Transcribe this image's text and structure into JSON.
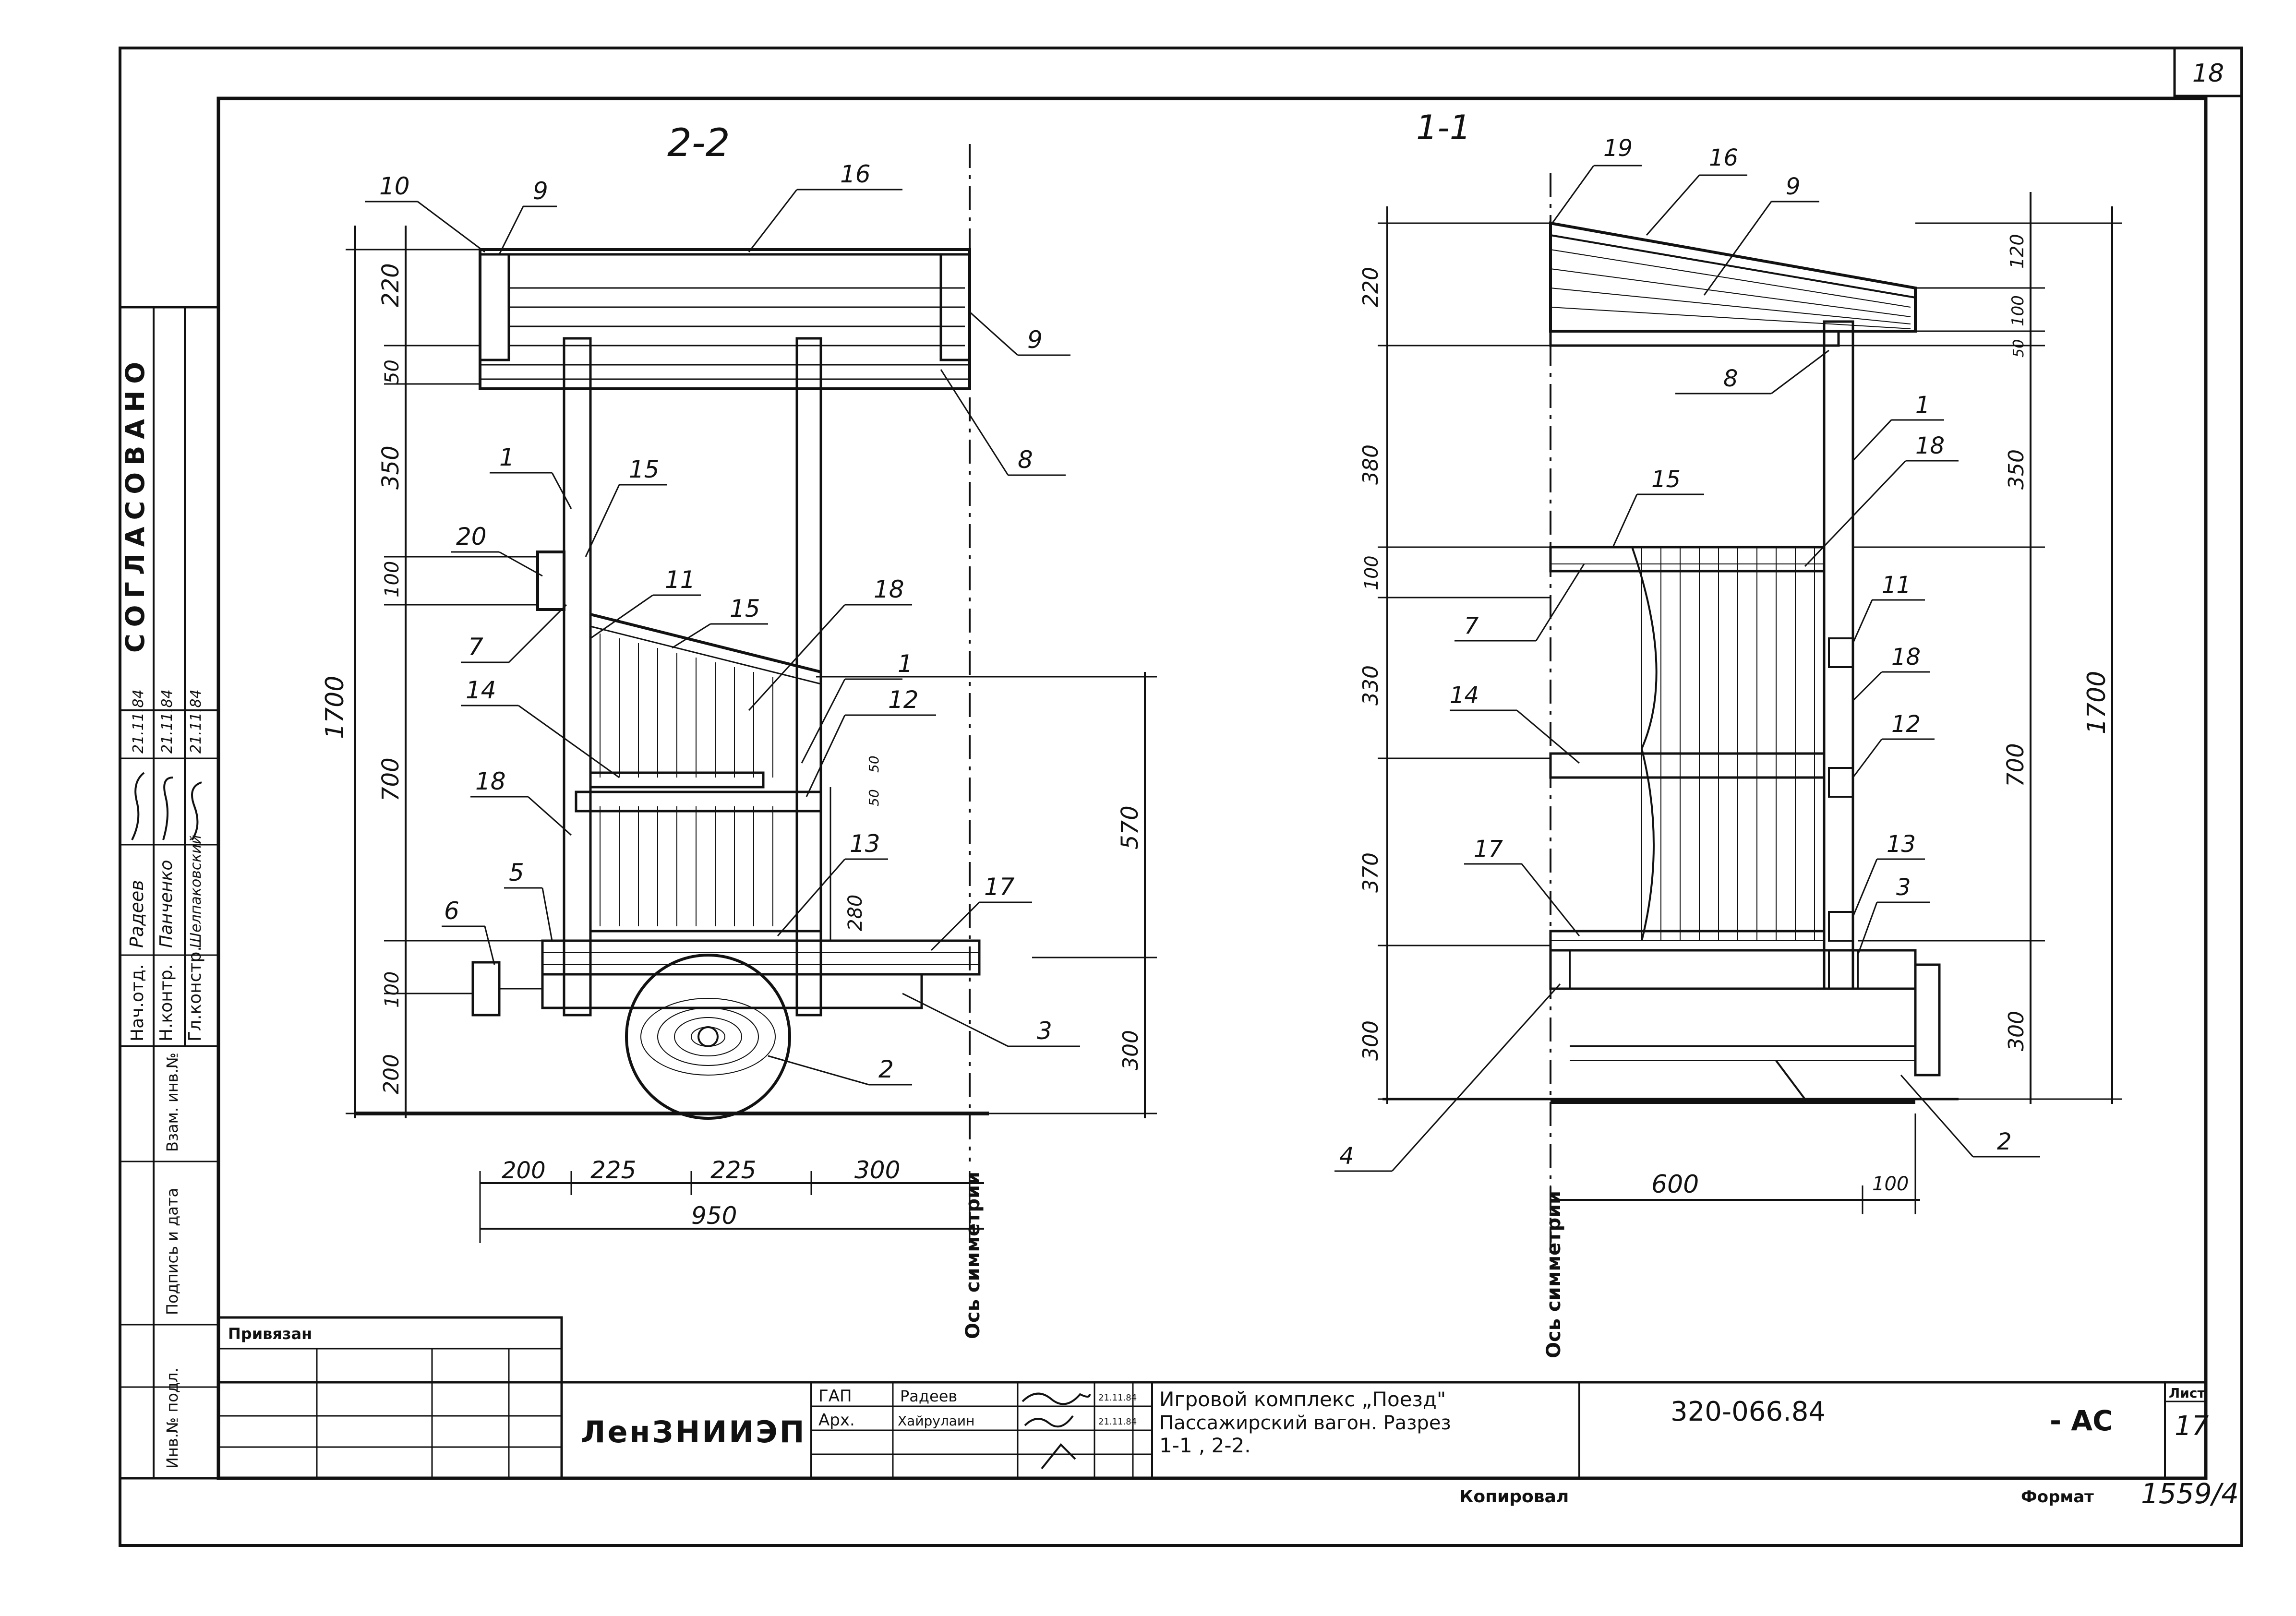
{
  "sheet_number_top": "18",
  "sheet_number_bottom": "17",
  "org": "ЛенЗНИИЭП",
  "document_code": "320-066.84",
  "doc_suffix": "- АС",
  "list_label": "Лист",
  "title_lines": [
    "Игровой комплекс „Поезд\"",
    "Пассажирский вагон. Разрез",
    "1-1 , 2-2."
  ],
  "privyazan": "Привязан",
  "kopiroval": "Копировал",
  "format_label": "Формат",
  "format_value": "1559/4",
  "soglasovano": "СОГЛАСОВАНО",
  "left_block": {
    "roles": [
      "Нач.отд.",
      "Н.контр.",
      "Гл.констр."
    ],
    "names": [
      "Радеев",
      "Панченко",
      "Шелпаковский"
    ],
    "dates": [
      "21.11.84",
      "21.11.84",
      "21.11.84"
    ],
    "col_labels": [
      "Инв.№ подл.",
      "Подпись и дата",
      "Взам. инв.№"
    ]
  },
  "stamp": {
    "roles": [
      "ГАП",
      "Арх."
    ],
    "names": [
      "Радеев",
      "Хайрулаин"
    ],
    "dates": [
      "21.11.84",
      "21.11.84"
    ]
  },
  "views": {
    "left_title": "2-2",
    "right_title": "1-1",
    "axis_left": "Ось симметрии",
    "axis_right": "Ось симметрии"
  },
  "left_view": {
    "dims_vertical": [
      "220",
      "50",
      "350",
      "100",
      "700",
      "100",
      "200"
    ],
    "dims_overall": "1700",
    "dims_right": [
      "570",
      "300"
    ],
    "dims_small": [
      "280",
      "50",
      "50"
    ],
    "dims_horizontal": [
      "200",
      "225",
      "225",
      "300"
    ],
    "dims_total": "950",
    "callouts": [
      "10",
      "9",
      "16",
      "9",
      "8",
      "1",
      "15",
      "20",
      "7",
      "11",
      "15",
      "18",
      "14",
      "1",
      "12",
      "18",
      "13",
      "17",
      "6",
      "5",
      "3",
      "2"
    ]
  },
  "right_view": {
    "dims_vertical": [
      "220",
      "380",
      "100",
      "330",
      "370",
      "300"
    ],
    "dims_right": [
      "120",
      "100",
      "50",
      "350",
      "700",
      "300"
    ],
    "dims_overall": "1700",
    "dims_horizontal": [
      "600",
      "100"
    ],
    "callouts": [
      "19",
      "16",
      "9",
      "8",
      "1",
      "18",
      "15",
      "7",
      "11",
      "14",
      "18",
      "12",
      "17",
      "13",
      "3",
      "4",
      "2"
    ]
  }
}
